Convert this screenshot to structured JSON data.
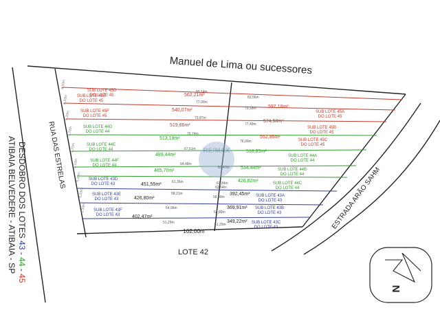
{
  "colors": {
    "red": "#c0392b",
    "green": "#2e9b2a",
    "blue": "#2f3d9e",
    "line": "#222222",
    "watermark": "#9fb6d8"
  },
  "labels": {
    "north_boundary": "Manuel de Lima ou sucessores",
    "west_road": "RUA DAS ESTRELAS",
    "east_road": "ESTRADA ARÃO SAHM",
    "south_lot": "LOTE 42",
    "south_frontage": "102,00m",
    "north_symbol": "N",
    "watermark": "RE/MAX"
  },
  "title": {
    "line1_prefix": "DESDOBRO DOS LOTES ",
    "lot_a": "43",
    "sep1": " - ",
    "lot_b": "44",
    "sep2": " - ",
    "lot_c": "45",
    "line2": "ATIBAIA BELVEDERE - ATIBAIA - SP"
  },
  "lots": {
    "l45d": {
      "name": "SUB LOTE 45D",
      "of": "DO LOTE 45",
      "area": "562,21m²"
    },
    "l45e": {
      "name": "SUB LOTE 45E",
      "of": "DO LOTE 45",
      "area": "540,07m²"
    },
    "l45f": {
      "name": "SUB LOTE 45F",
      "of": "DO LOTE 45",
      "area": "519,66m²"
    },
    "l45a": {
      "name": "SUB LOTE 45A",
      "of": "DO LOTE 45",
      "area": "597,18m²"
    },
    "l45b": {
      "name": "SUB LOTE 45B",
      "of": "DO LOTE 45",
      "area": "574,58m²"
    },
    "l45c": {
      "name": "SUB LOTE 45C",
      "of": "DO LOTE 45",
      "area": "552,95m²"
    },
    "l44d": {
      "name": "SUB LOTE 44D",
      "of": "DO LOTE 44",
      "area": "513,19m²"
    },
    "l44e": {
      "name": "SUB LOTE 44E",
      "of": "DO LOTE 44",
      "area": "489,44m²"
    },
    "l44f": {
      "name": "SUB LOTE 44F",
      "of": "DO LOTE 44",
      "area": "465,70m²"
    },
    "l44a": {
      "name": "SUB LOTE 44A",
      "of": "DO LOTE 44",
      "area": "518,85m²"
    },
    "l44b": {
      "name": "SUB LOTE 44B",
      "of": "DO LOTE 44",
      "area": "534,44m²"
    },
    "l44c": {
      "name": "SUB LOTE 44C",
      "of": "DO LOTE 44",
      "area": "426,82m²"
    },
    "l43d": {
      "name": "SUB LOTE 43D",
      "of": "DO LOTE 43",
      "area": "451,55m²"
    },
    "l43e": {
      "name": "SUB LOTE 43E",
      "of": "DO LOTE 43",
      "area": "426,80m²"
    },
    "l43f": {
      "name": "SUB LOTE 43F",
      "of": "DO LOTE 43",
      "area": "402,47m²"
    },
    "l43a": {
      "name": "SUB LOTE 43A",
      "of": "DO LOTE 43",
      "area": "392,45m²"
    },
    "l43b": {
      "name": "SUB LOTE 43B",
      "of": "DO LOTE 43",
      "area": "369,91m²"
    },
    "l43c": {
      "name": "SUB LOTE 43C",
      "of": "DO LOTE 43",
      "area": "349,22m²"
    }
  },
  "measures": {
    "m1": "80,14m",
    "m2": "77,00m",
    "m3": "73,87m",
    "m4": "70,74m",
    "m5": "67,61m",
    "m6": "64,48m",
    "m7": "61,35m",
    "m8": "58,21m",
    "m9": "54,06m",
    "m10": "51,29m",
    "n1": "82,56m",
    "n2": "79,18m",
    "n3": "77,49m",
    "n4": "76,00m",
    "n5": "67,47m",
    "n6": "63,84m",
    "n7": "62,64m",
    "n8": "58,89m",
    "n9": "54,89m",
    "n10": "51,29m",
    "s1": "6,33m",
    "s2": "6,33m",
    "s3": "6,33m",
    "s4": "5,70m",
    "s5": "5,70m",
    "s6": "5,70m",
    "s7": "5,33m",
    "s8": "5,33m",
    "s9": "5,33m"
  }
}
